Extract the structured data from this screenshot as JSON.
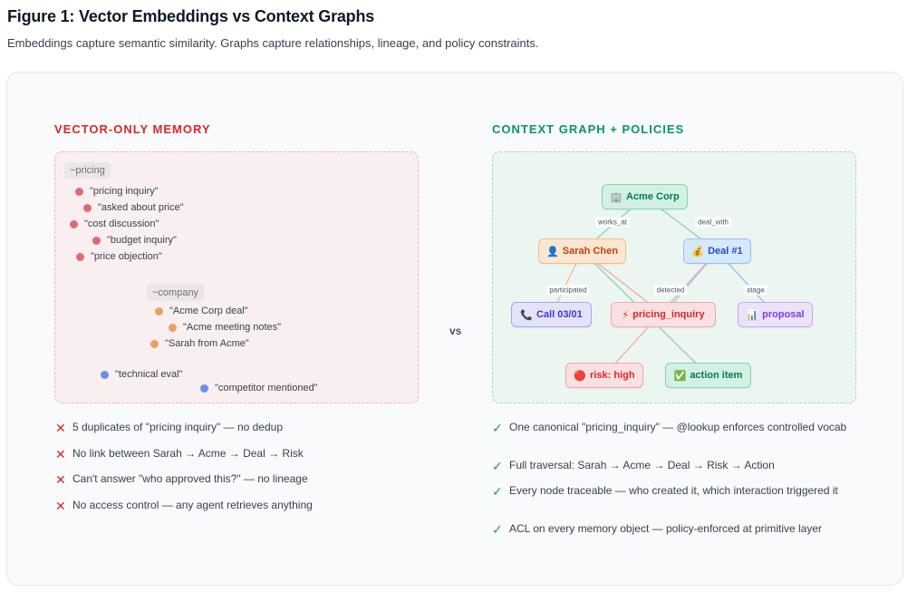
{
  "figure": {
    "title": "Figure 1: Vector Embeddings vs Context Graphs",
    "subtitle": "Embeddings capture semantic similarity. Graphs capture relationships, lineage, and policy constraints."
  },
  "left": {
    "heading": "VECTOR-ONLY MEMORY",
    "clusters": [
      {
        "label": "~pricing",
        "color": "#e06a6f",
        "items": [
          "\"pricing inquiry\"",
          "\"asked about price\"",
          "\"cost discussion\"",
          "\"budget inquiry\"",
          "\"price objection\""
        ]
      },
      {
        "label": "~company",
        "color": "#e8a160",
        "items": [
          "\"Acme Corp deal\"",
          "\"Acme meeting notes\"",
          "\"Sarah from Acme\""
        ]
      },
      {
        "label": "",
        "color": "#6b8eea",
        "items": [
          "\"technical eval\"",
          "\"competitor mentioned\""
        ]
      }
    ],
    "bullets": [
      "5 duplicates of \"pricing inquiry\" — no dedup",
      "No link between Sarah → Acme → Deal → Risk",
      "Can't answer \"who approved this?\" — no lineage",
      "No access control — any agent retrieves anything"
    ],
    "bullet_mark": "✕"
  },
  "vs_label": "vs",
  "right": {
    "heading": "CONTEXT GRAPH + POLICIES",
    "nodes": [
      {
        "id": "acme",
        "icon": "🏢",
        "label": "Acme Corp",
        "bg": "#d3f1e3",
        "border": "#86d5b0",
        "color": "#047857"
      },
      {
        "id": "sarah",
        "icon": "👤",
        "label": "Sarah Chen",
        "bg": "#fbe6d1",
        "border": "#f2bd8a",
        "color": "#c2410c"
      },
      {
        "id": "deal",
        "icon": "💰",
        "label": "Deal #1",
        "bg": "#d6e8fb",
        "border": "#95c1ef",
        "color": "#1d4ed8"
      },
      {
        "id": "call",
        "icon": "📞",
        "label": "Call 03/01",
        "bg": "#e3e2fa",
        "border": "#a9a6ec",
        "color": "#4338ca"
      },
      {
        "id": "pricing",
        "icon": "⚡",
        "label": "pricing_inquiry",
        "bg": "#fbe0e2",
        "border": "#f3a7ad",
        "color": "#dc2626"
      },
      {
        "id": "proposal",
        "icon": "📊",
        "label": "proposal",
        "bg": "#ece3fb",
        "border": "#c4abef",
        "color": "#7c3aed"
      },
      {
        "id": "risk",
        "icon": "🔴",
        "label": "risk: high",
        "bg": "#fbe0e2",
        "border": "#f3a7ad",
        "color": "#dc2626"
      },
      {
        "id": "action",
        "icon": "✅",
        "label": "action item",
        "bg": "#d3f1e3",
        "border": "#86d5b0",
        "color": "#047857"
      }
    ],
    "edges": [
      {
        "from": "acme",
        "to": "sarah",
        "label": "works_at",
        "color": "#86d5b0"
      },
      {
        "from": "acme",
        "to": "deal",
        "label": "deal_with",
        "color": "#86d5b0"
      },
      {
        "from": "sarah",
        "to": "call",
        "label": "participated",
        "color": "#f2bd8a"
      },
      {
        "from": "deal",
        "to": "pricing",
        "label": "detected",
        "color": "#95c1ef"
      },
      {
        "from": "deal",
        "to": "proposal",
        "label": "stage",
        "color": "#95c1ef"
      },
      {
        "from": "sarah",
        "to": "action",
        "label": "",
        "color": "#86d5b0"
      },
      {
        "from": "sarah",
        "to": "pricing",
        "label": "",
        "color": "#f3a7ad"
      },
      {
        "from": "deal",
        "to": "risk",
        "label": "",
        "color": "#f3a7ad"
      }
    ],
    "bullets": [
      "One canonical \"pricing_inquiry\" — @lookup enforces controlled vocab",
      "Full traversal: Sarah → Acme → Deal → Risk → Action",
      "Every node traceable — who created it, which interaction triggered it",
      "ACL on every memory object — policy-enforced at primitive layer"
    ],
    "bullet_mark": "✓"
  }
}
